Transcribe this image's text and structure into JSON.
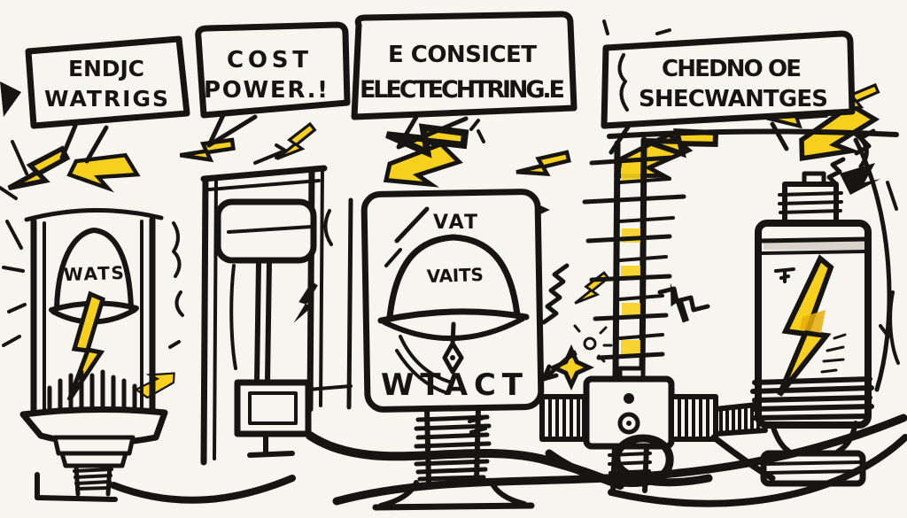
{
  "canvas": {
    "background_color": "#f7f5ef",
    "ink_color": "#171513",
    "accent_yellow": "#f6d01d",
    "accent_amber": "#e6ae08"
  },
  "speech_boxes": [
    {
      "id": "box-1",
      "lines": [
        "ENDJC",
        "WATRIGS"
      ]
    },
    {
      "id": "box-2",
      "lines": [
        "COST",
        "POWER.!"
      ]
    },
    {
      "id": "box-3",
      "lines": [
        "E CONSICET",
        "ELECTECHTRING.E"
      ]
    },
    {
      "id": "box-4",
      "lines": [
        "CHEDNO OE",
        "SHECWANTGES"
      ]
    }
  ],
  "labels": {
    "left_meter_dome": "WATS",
    "center_meter_top": "VAT",
    "center_meter_gauge": "VAITS",
    "center_meter_bottom": "WTACT"
  },
  "icons": {
    "lightning_bolt": "zigzag-bolt-shape",
    "spark_star": "four-point-star",
    "spark_dots": "dot-burst"
  }
}
